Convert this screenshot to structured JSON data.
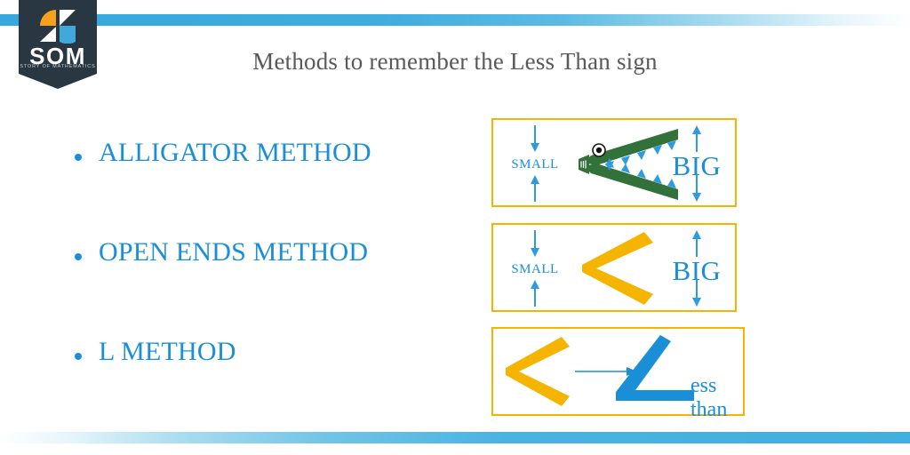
{
  "slide": {
    "title": "Methods to remember the Less Than sign",
    "background_color": "#ffffff",
    "accent_blue": "#1a8fd8",
    "accent_gold": "#f5b400",
    "accent_green": "#2e7d32",
    "title_color": "#595959"
  },
  "logo": {
    "name": "SOM",
    "tagline": "STORY OF MATHEMATICS",
    "shield_color": "#283741",
    "mark_orange": "#f5a11b",
    "mark_blue": "#3fa9dd",
    "mark_white": "#ffffff"
  },
  "bullets": [
    {
      "label": "ALLIGATOR METHOD"
    },
    {
      "label": "OPEN ENDS METHOD"
    },
    {
      "label": " L METHOD"
    }
  ],
  "boxes": [
    {
      "id": "alligator",
      "border_color": "#f5b400",
      "left_label": "SMALL",
      "right_label": "BIG",
      "left_arrows": "inward",
      "right_arrows": "outward",
      "symbol": "alligator",
      "symbol_color": "#2e7d32",
      "teeth_color": "#2e9be0"
    },
    {
      "id": "open-ends",
      "border_color": "#f5b400",
      "left_label": "SMALL",
      "right_label": "BIG",
      "left_arrows": "inward",
      "right_arrows": "outward",
      "symbol": "less-than-chevron",
      "symbol_color": "#f5b400"
    },
    {
      "id": "l-method",
      "border_color": "#f5b400",
      "symbol": "less-than-chevron",
      "symbol_color": "#f5b400",
      "transform_arrow": "right-arrow",
      "transform_arrow_color": "#1a8fd8",
      "result_symbol": "rotated-L",
      "result_symbol_color": "#1a8fd8",
      "result_text": "ess than"
    }
  ]
}
